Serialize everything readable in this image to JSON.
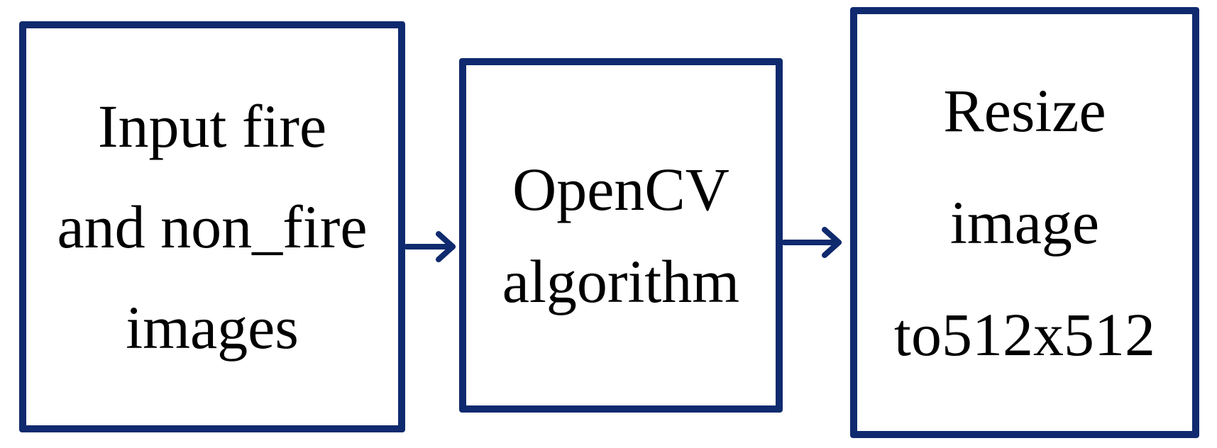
{
  "diagram": {
    "colors": {
      "border": "#0f2a6e",
      "arrow": "#0f2a6e",
      "text": "#000000"
    },
    "nodes": [
      {
        "id": "input",
        "lines": [
          "Input fire",
          "and non_fire",
          "images"
        ]
      },
      {
        "id": "opencv",
        "lines": [
          "OpenCV",
          "algorithm"
        ]
      },
      {
        "id": "resize",
        "lines": [
          "Resize",
          "image",
          "to512x512"
        ]
      }
    ],
    "edges": [
      {
        "from": "input",
        "to": "opencv"
      },
      {
        "from": "opencv",
        "to": "resize"
      }
    ]
  }
}
